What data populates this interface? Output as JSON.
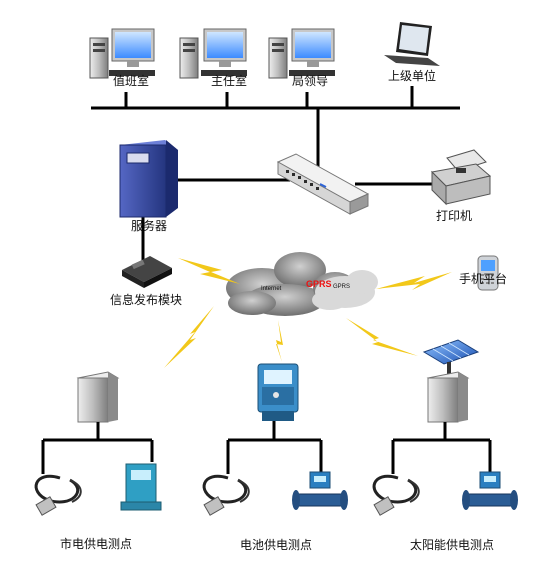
{
  "top_terminals": [
    {
      "label": "值班室"
    },
    {
      "label": "主任室"
    },
    {
      "label": "局领导"
    }
  ],
  "laptop_label": "上级单位",
  "server_label": "服务器",
  "printer_label": "打印机",
  "modem_label": "信息发布模块",
  "phone_label": "手机平台",
  "cloud": {
    "left_text": "Internet",
    "center_text": "GPRS",
    "right_text": "GPRS"
  },
  "stations": [
    {
      "label": "市电供电测点"
    },
    {
      "label": "电池供电测点"
    },
    {
      "label": "太阳能供电测点"
    }
  ],
  "colors": {
    "lightning": "#f2c81a",
    "server": "#3a4fa8",
    "cloud": "#8a8a8a",
    "line": "#000000"
  }
}
